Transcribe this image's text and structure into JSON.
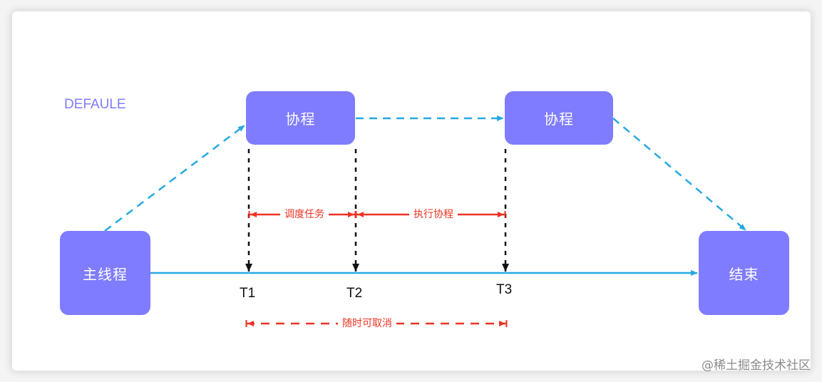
{
  "diagram": {
    "mode_label": "DEFAULE",
    "nodes": {
      "main_thread": "主线程",
      "coroutine_1": "协程",
      "coroutine_2": "协程",
      "end": "结束"
    },
    "time_markers": [
      "T1",
      "T2",
      "T3"
    ],
    "intervals": {
      "schedule_task": "调度任务",
      "execute_coroutine": "执行协程",
      "cancel_anytime": "随时可取消"
    },
    "colors": {
      "node_fill": "#7f7cff",
      "flow_arrow": "#27a9e1",
      "interval_arrow": "#ee3322",
      "marker_line": "#111111"
    }
  },
  "watermark": "@稀土掘金技术社区"
}
